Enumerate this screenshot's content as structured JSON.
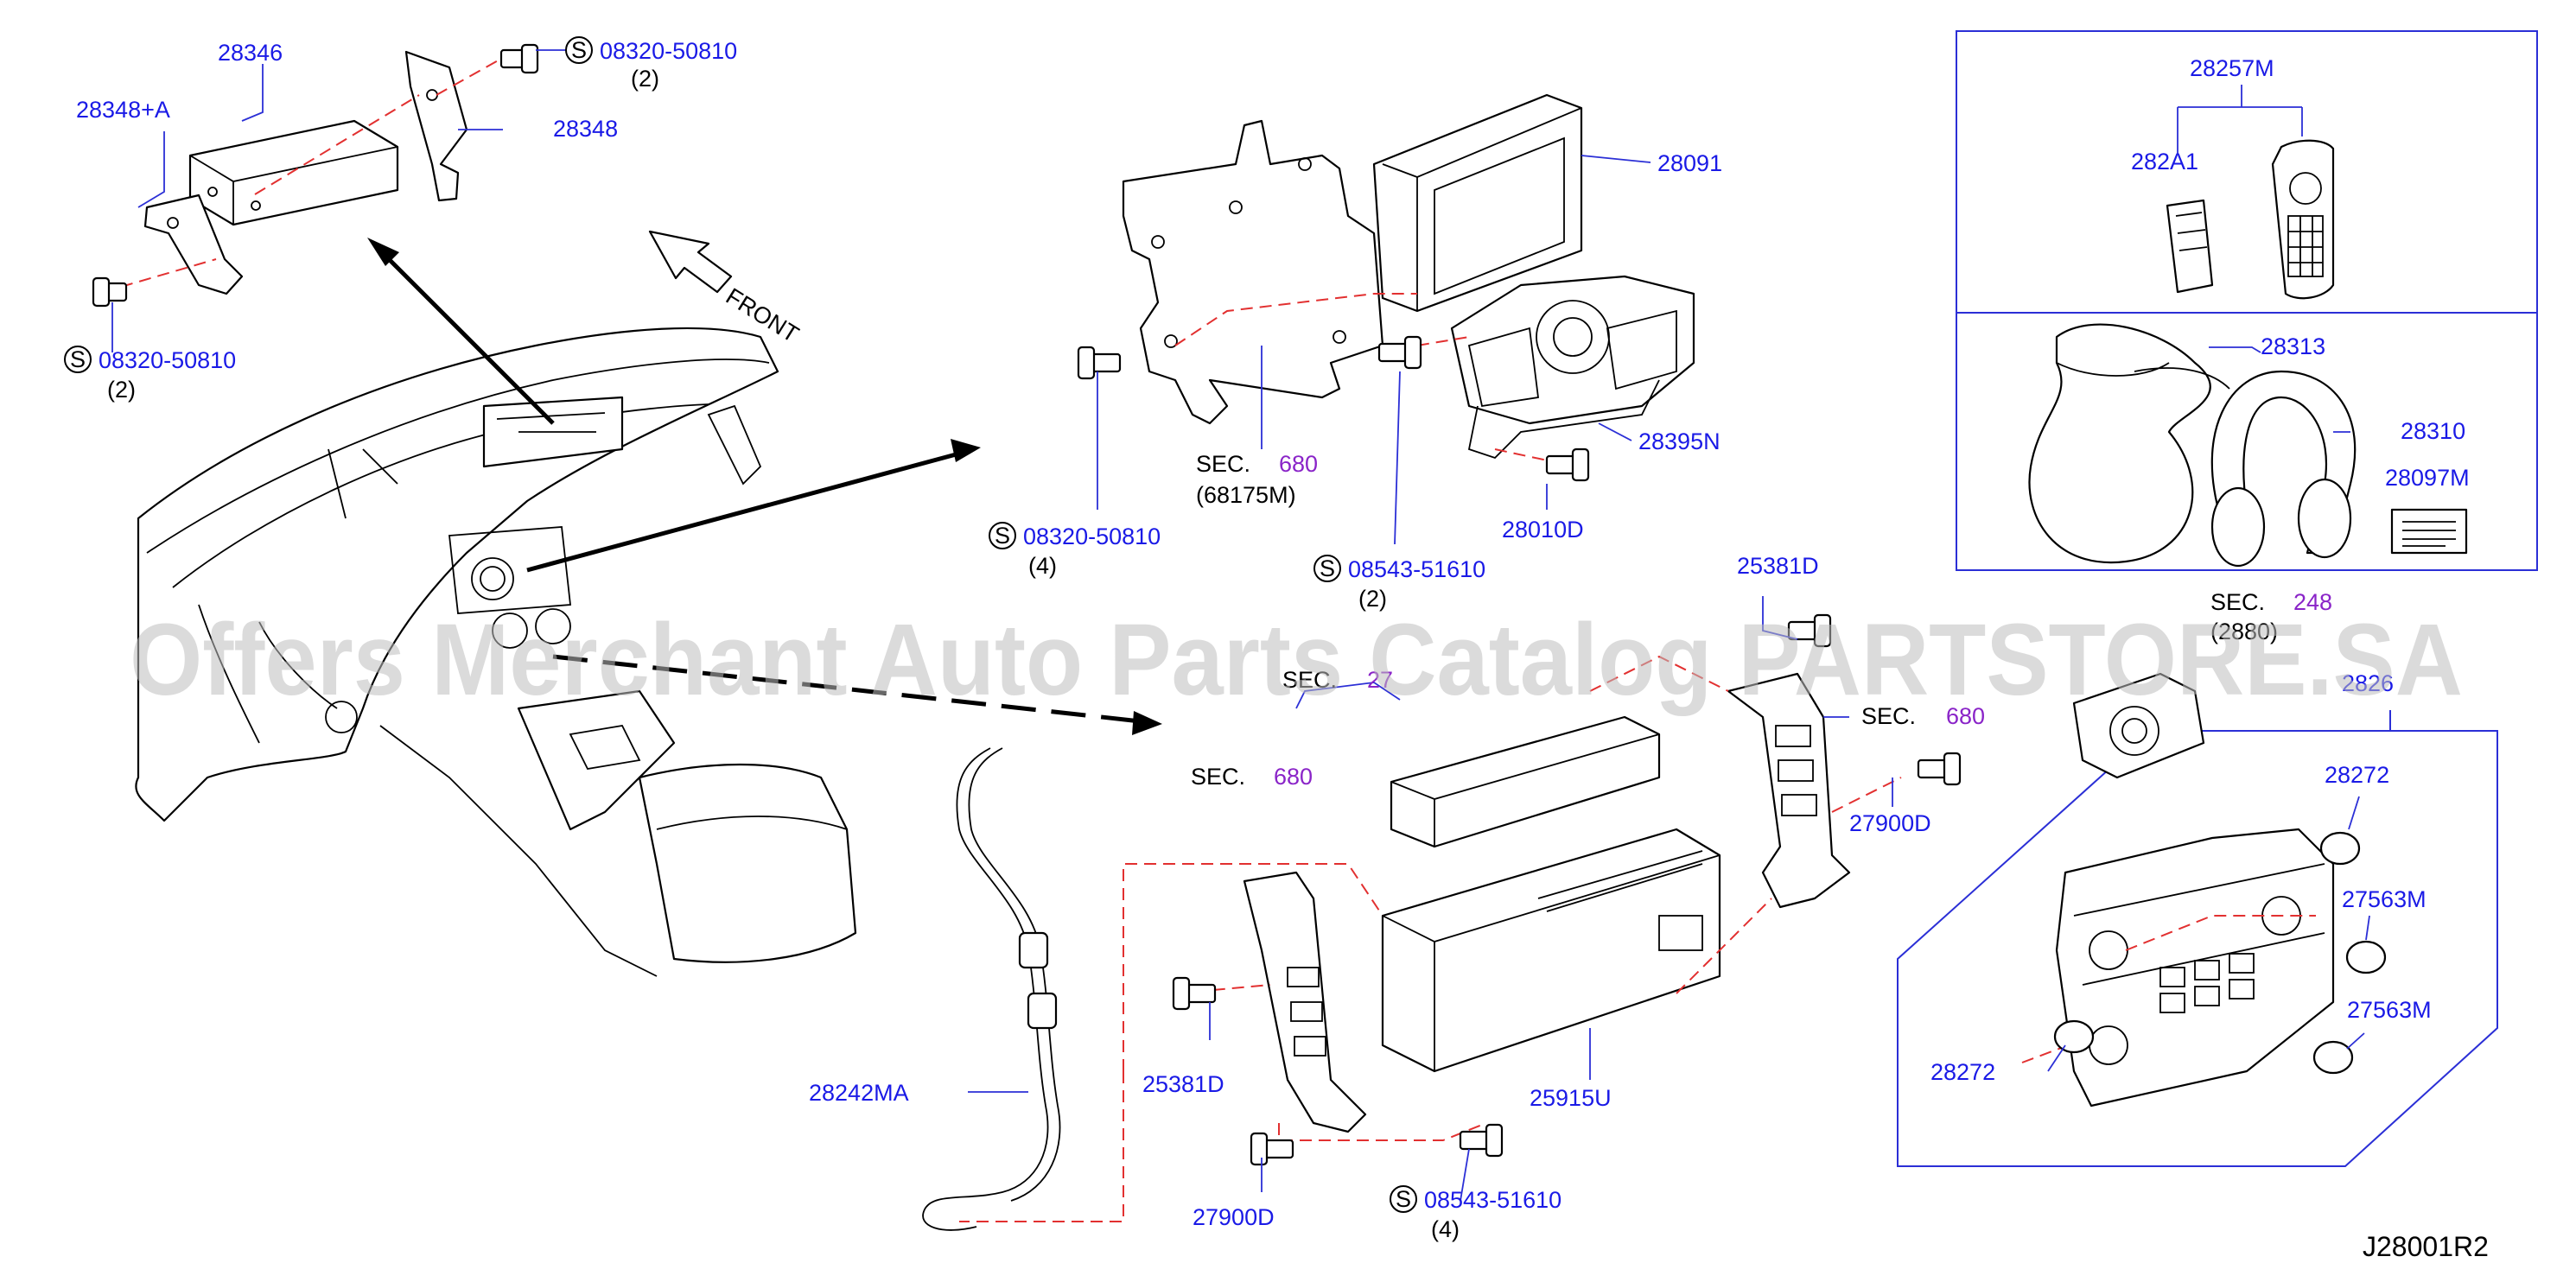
{
  "diagram_code": "J28001R2",
  "watermark": "Offers Merchant Auto Parts Catalog PARTSTORE.SA",
  "front_label": "FRONT",
  "s_symbol": "S",
  "colors": {
    "part_number": "#1a1ae6",
    "section_ref": "#8a24c8",
    "dashed_line": "#e23030",
    "frame": "#2b2fd6"
  },
  "parts": [
    {
      "number": "28346"
    },
    {
      "number": "28348+A"
    },
    {
      "number": "28348"
    },
    {
      "number": "28091"
    },
    {
      "number": "28395N"
    },
    {
      "number": "28010D"
    },
    {
      "number": "28257M"
    },
    {
      "number": "282A1"
    },
    {
      "number": "28313"
    },
    {
      "number": "28310"
    },
    {
      "number": "28097M"
    },
    {
      "number": "25381D"
    },
    {
      "number": "27900D"
    },
    {
      "number": "28242MA"
    },
    {
      "number": "25381D"
    },
    {
      "number": "25915U"
    },
    {
      "number": "27900D"
    },
    {
      "number": "28272"
    },
    {
      "number": "27563M"
    },
    {
      "number": "27563M"
    },
    {
      "number": "28272"
    },
    {
      "number": "2826"
    }
  ],
  "fasteners": [
    {
      "number": "08320-50810",
      "qty": "(2)"
    },
    {
      "number": "08320-50810",
      "qty": "(2)"
    },
    {
      "number": "08320-50810",
      "qty": "(4)"
    },
    {
      "number": "08543-51610",
      "qty": "(2)"
    },
    {
      "number": "08543-51610",
      "qty": "(4)"
    }
  ],
  "section_refs": [
    {
      "label": "SEC.",
      "number": "680",
      "sub": "(68175M)"
    },
    {
      "label": "SEC.",
      "number": "27"
    },
    {
      "label": "SEC.",
      "number": "680"
    },
    {
      "label": "SEC.",
      "number": "680"
    },
    {
      "label": "SEC.",
      "number": "248",
      "sub": "(2880)"
    }
  ]
}
